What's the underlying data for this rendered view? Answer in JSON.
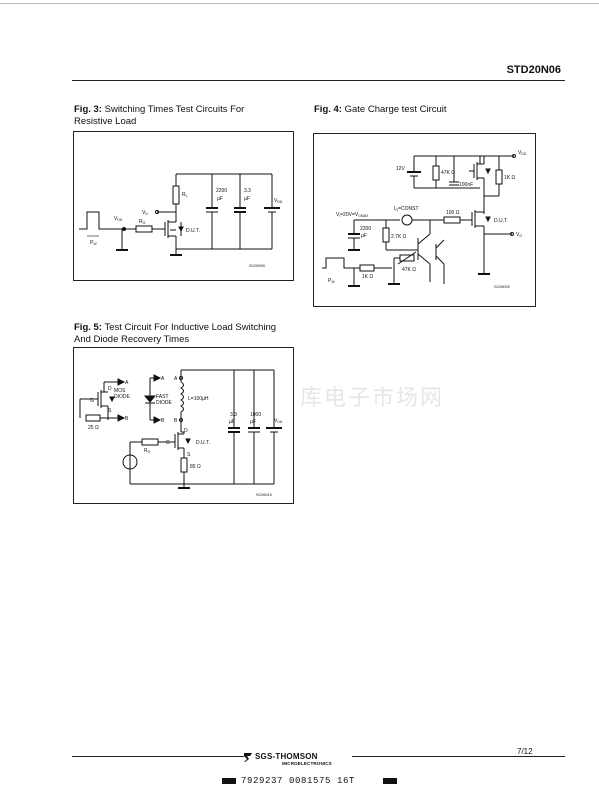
{
  "header": {
    "part_number": "STD20N06"
  },
  "fig3": {
    "prefix": "Fig. 3:",
    "title_line1": "Switching Times Test Circuits For",
    "title_line2": "Resistive Load",
    "labels": {
      "vdd": "V",
      "vdd_sub": "DD",
      "vd": "V",
      "vd_sub": "D",
      "rl": "R",
      "rl_sub": "L",
      "rg": "R",
      "rg_sub": "G",
      "c1_val": "2200",
      "c1_unit": "µF",
      "c2_val": "3.3",
      "c2_unit": "µF",
      "vdd2": "V",
      "vdd2_sub": "DD",
      "dut": "D.U.T.",
      "pw": "P",
      "pw_sub": "W",
      "code": "SC05990"
    }
  },
  "fig4": {
    "prefix": "Fig. 4:",
    "title_line1": "Gate Charge test Circuit",
    "labels": {
      "v12": "12V",
      "r47k": "47K Ω",
      "c100nf": "100nF",
      "r1k_top": "1K Ω",
      "vdd": "V",
      "vdd_sub": "DD",
      "vi": "V",
      "vi_rest": "=20V=V",
      "vi_sub": "i",
      "vi_sub2": "GMAX",
      "ig": "I",
      "ig_sub": "G",
      "ig_rest": "=CONST",
      "r100": "100 Ω",
      "dut": "D.U.T.",
      "c2200": "2200",
      "c2200_unit": "µF",
      "r27k": "2.7K Ω",
      "r47k_2": "47K Ω",
      "vg": "V",
      "vg_sub": "G",
      "r1k_bot": "1K Ω",
      "pw": "P",
      "pw_sub": "W",
      "code": "SC06000"
    }
  },
  "fig5": {
    "prefix": "Fig. 5:",
    "title_line1": "Test Circuit For Inductive Load Switching",
    "title_line2": "And Diode Recovery Times",
    "labels": {
      "a1": "A",
      "a2": "A",
      "a3": "A",
      "b1": "B",
      "b2": "B",
      "b3": "B",
      "mos_diode": "MOS",
      "mos_diode2": "DIODE",
      "fast_diode": "FAST",
      "fast_diode2": "DIODE",
      "d": "D",
      "g": "G",
      "s": "S",
      "r25": "25 Ω",
      "inductor": "L=100µH",
      "c33": "3.3",
      "c33_unit": "µF",
      "c1000": "1000",
      "c1000_unit": "µF",
      "vdd": "V",
      "vdd_sub": "DD",
      "d2": "D",
      "g2": "G",
      "s2": "S",
      "dut": "D.U.T.",
      "rg": "R",
      "rg_sub": "G",
      "r85": "85 Ω",
      "code": "SC06010"
    }
  },
  "watermark": "库电子市场网",
  "footer": {
    "logo_main": "SGS-THOMSON",
    "logo_sub": "MICROELECTRONICS",
    "page": "7/12",
    "barcode_text": "7929237 0081575 16T"
  }
}
